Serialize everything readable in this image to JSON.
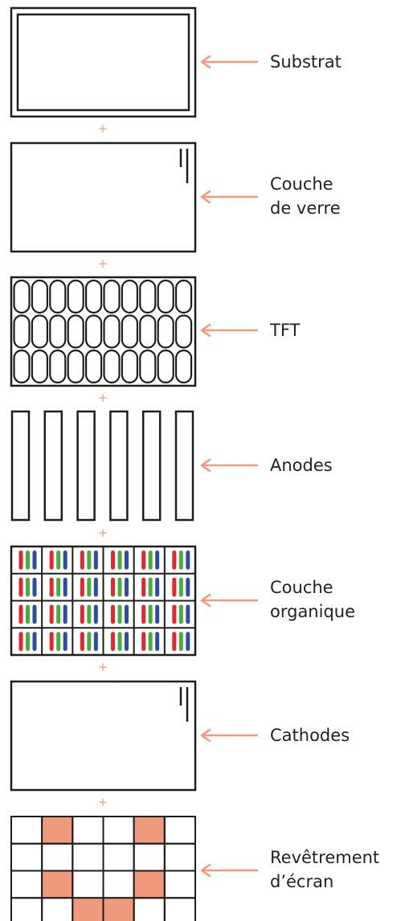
{
  "colors": {
    "stroke": "#1d1d1b",
    "accent": "#ef9a7c",
    "red": "#e4262e",
    "green": "#4aac3a",
    "blue": "#2b4ea0"
  },
  "plus_sign": "+",
  "layers": [
    {
      "id": "substrat",
      "lines": [
        "Substrat"
      ]
    },
    {
      "id": "verre",
      "lines": [
        "Couche",
        "de verre"
      ]
    },
    {
      "id": "tft",
      "lines": [
        "TFT"
      ]
    },
    {
      "id": "anodes",
      "lines": [
        "Anodes"
      ]
    },
    {
      "id": "organique",
      "lines": [
        "Couche",
        "organique"
      ]
    },
    {
      "id": "cathodes",
      "lines": [
        "Cathodes"
      ]
    },
    {
      "id": "revetement",
      "lines": [
        "Revêtrement",
        "d’écran"
      ]
    }
  ]
}
